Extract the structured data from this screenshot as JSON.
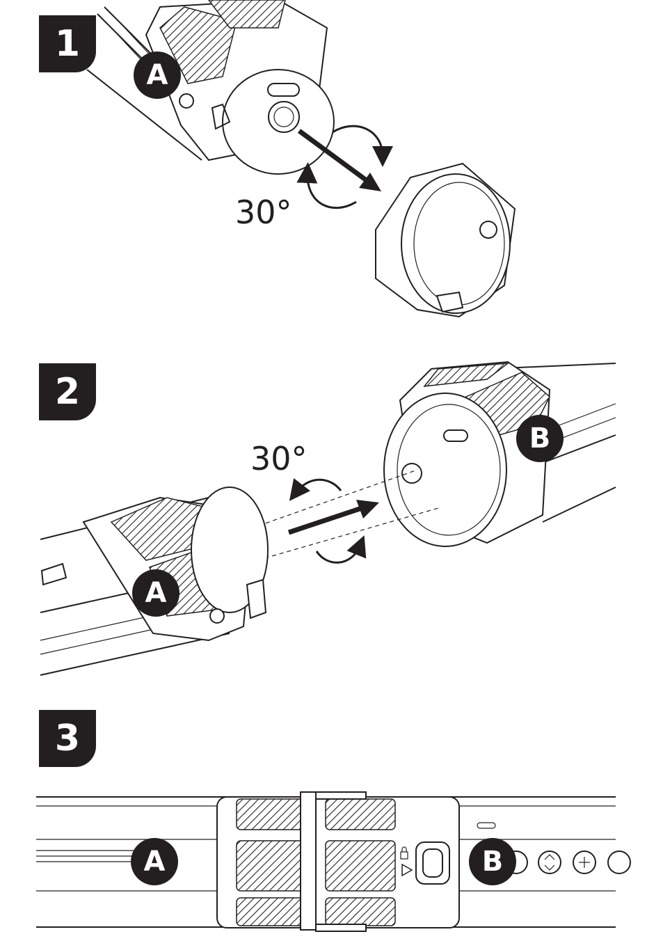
{
  "steps": [
    {
      "number": "1",
      "angle": "30°",
      "labels": [
        "A"
      ]
    },
    {
      "number": "2",
      "angle": "30°",
      "labels": [
        "B",
        "A"
      ]
    },
    {
      "number": "3",
      "labels": [
        "A",
        "B"
      ]
    }
  ],
  "icons": [
    "rotate-arrow-icon",
    "direction-arrow-icon",
    "lock-icon",
    "play-icon",
    "link-icon",
    "power-button-icon",
    "up-down-button-icon",
    "plus-button-icon"
  ],
  "colors": {
    "ink": "#231f20",
    "paper": "#ffffff"
  }
}
